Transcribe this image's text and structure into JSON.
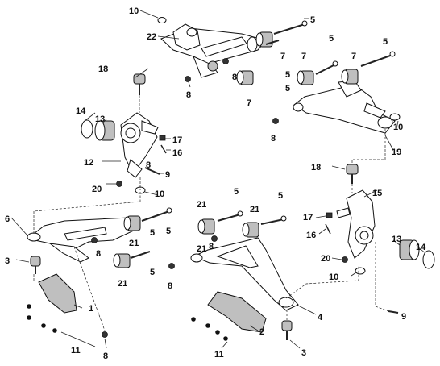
{
  "diagram": {
    "callouts": [
      "10",
      "5",
      "22",
      "5",
      "7",
      "5",
      "5",
      "7",
      "7",
      "18",
      "8",
      "5",
      "8",
      "7",
      "8",
      "10",
      "14",
      "13",
      "17",
      "16",
      "12",
      "9",
      "8",
      "19",
      "18",
      "20",
      "10",
      "6",
      "21",
      "5",
      "5",
      "21",
      "5",
      "3",
      "21",
      "8",
      "21",
      "5",
      "17",
      "15",
      "16",
      "8",
      "21",
      "5",
      "20",
      "13",
      "14",
      "10",
      "1",
      "8",
      "4",
      "9",
      "11",
      "8",
      "2",
      "11",
      "3"
    ]
  }
}
